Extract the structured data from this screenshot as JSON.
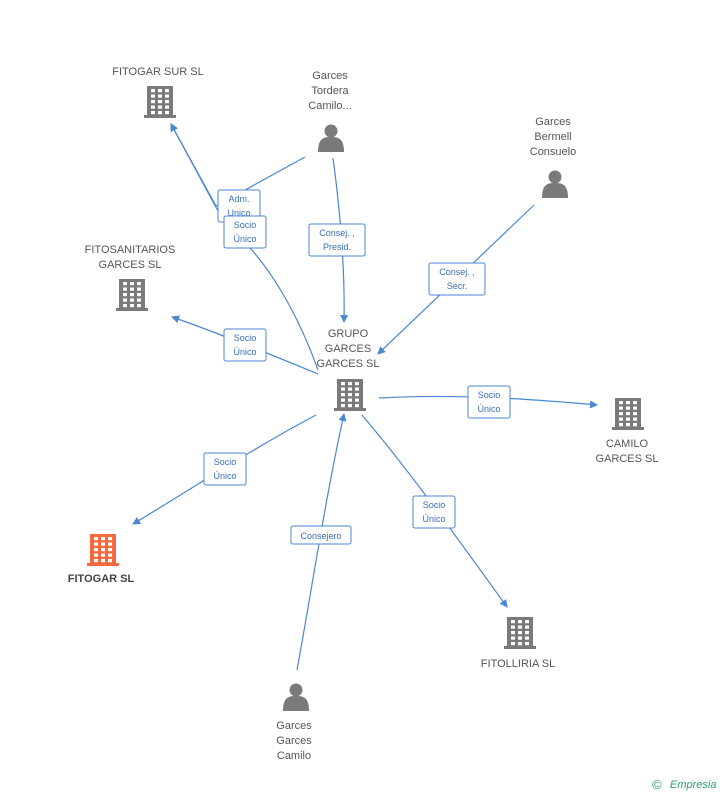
{
  "colors": {
    "edge": "#4a86d4",
    "node": "#7a7a7a",
    "focus": "#f26a3d",
    "brand": "#2d9c6a"
  },
  "nodes": [
    {
      "id": "grupo",
      "kind": "company",
      "lines": [
        "GRUPO",
        "GARCES",
        "GARCES  SL"
      ],
      "icon": "building-icon"
    },
    {
      "id": "fitogar-sur",
      "kind": "company",
      "lines": [
        "FITOGAR SUR SL"
      ],
      "icon": "building-icon"
    },
    {
      "id": "fitosanitarios",
      "kind": "company",
      "lines": [
        "FITOSANITARIOS",
        "GARCES SL"
      ],
      "icon": "building-icon"
    },
    {
      "id": "camilo-garces-sl",
      "kind": "company",
      "lines": [
        "CAMILO",
        "GARCES SL"
      ],
      "icon": "building-icon"
    },
    {
      "id": "fitogar",
      "kind": "company",
      "focus": true,
      "lines": [
        "FITOGAR SL"
      ],
      "icon": "building-icon"
    },
    {
      "id": "fitolliria",
      "kind": "company",
      "lines": [
        "FITOLLIRIA SL"
      ],
      "icon": "building-icon"
    },
    {
      "id": "person-tordera",
      "kind": "person",
      "lines": [
        "Garces",
        "Tordera",
        "Camilo..."
      ],
      "icon": "person-icon"
    },
    {
      "id": "person-bermell",
      "kind": "person",
      "lines": [
        "Garces",
        "Bermell",
        "Consuelo"
      ],
      "icon": "person-icon"
    },
    {
      "id": "person-garces-camilo",
      "kind": "person",
      "lines": [
        "Garces",
        "Garces",
        "Camilo"
      ],
      "icon": "person-icon"
    }
  ],
  "edges": [
    {
      "from": "person-tordera",
      "to": "fitogar-sur",
      "label": [
        "Adm.",
        "Unico"
      ]
    },
    {
      "from": "grupo",
      "to": "fitogar-sur",
      "label": [
        "Socio",
        "Único"
      ]
    },
    {
      "from": "person-tordera",
      "to": "grupo",
      "label": [
        "Consej. ,",
        "Presid."
      ]
    },
    {
      "from": "person-bermell",
      "to": "grupo",
      "label": [
        "Consej. ,",
        "Secr."
      ]
    },
    {
      "from": "grupo",
      "to": "fitosanitarios",
      "label": [
        "Socio",
        "Único"
      ]
    },
    {
      "from": "grupo",
      "to": "camilo-garces-sl",
      "label": [
        "Socio",
        "Único"
      ]
    },
    {
      "from": "grupo",
      "to": "fitogar",
      "label": [
        "Socio",
        "Único"
      ]
    },
    {
      "from": "grupo",
      "to": "fitolliria",
      "label": [
        "Socio",
        "Único"
      ]
    },
    {
      "from": "person-garces-camilo",
      "to": "grupo",
      "label": [
        "Consejero"
      ]
    }
  ],
  "footer": {
    "copyright_symbol": "©",
    "brand": "Empresia"
  }
}
